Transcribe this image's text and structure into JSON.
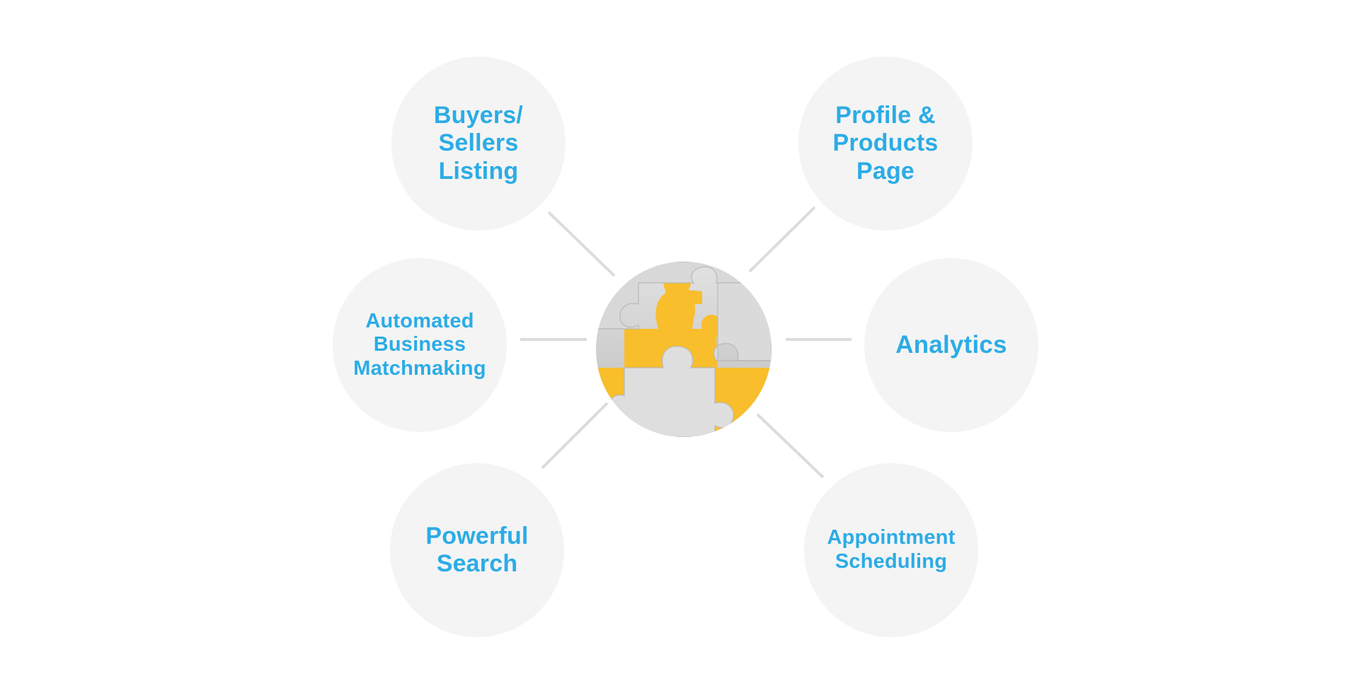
{
  "diagram": {
    "hub": {
      "icon": "jigsaw-puzzle-icon",
      "colors": {
        "piece_fill": "#f8be2c",
        "board": "#cfcfcf"
      }
    },
    "nodes": [
      {
        "id": "buyers",
        "label": "Buyers/\nSellers\nListing"
      },
      {
        "id": "profile",
        "label": "Profile &\nProducts\nPage"
      },
      {
        "id": "auto",
        "label": "Automated\nBusiness\nMatchmaking"
      },
      {
        "id": "analytics",
        "label": "Analytics"
      },
      {
        "id": "search",
        "label": "Powerful\nSearch"
      },
      {
        "id": "appt",
        "label": "Appointment\nScheduling"
      }
    ],
    "colors": {
      "label": "#2bace6",
      "node_fill": "#f4f4f4",
      "connector": "#dcdcdc"
    }
  }
}
